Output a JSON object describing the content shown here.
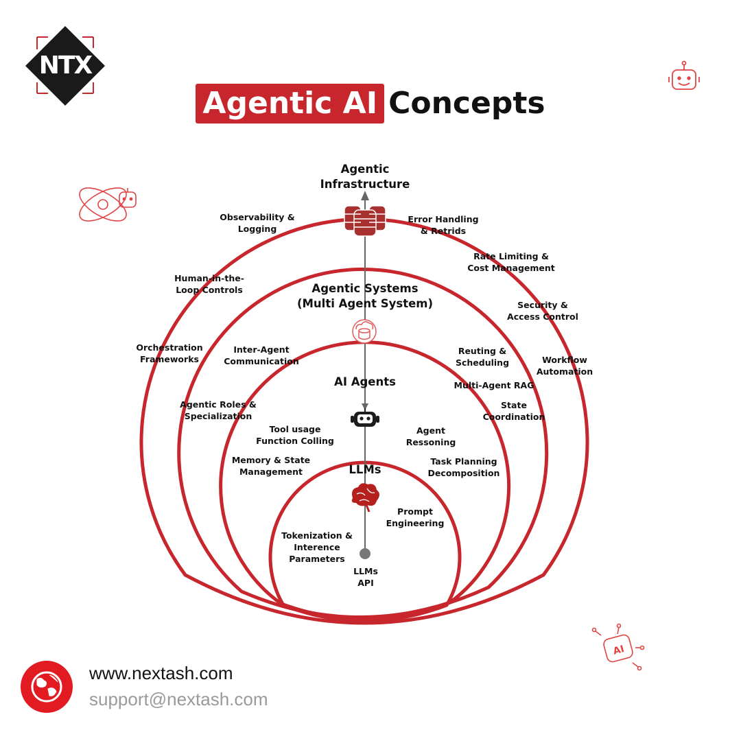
{
  "brand": {
    "logo_text": "NTX",
    "accent": "#c8262d"
  },
  "title": {
    "highlight": "Agentic AI",
    "rest": "Concepts"
  },
  "layers": [
    {
      "id": "infra",
      "title_lines": [
        "Agentic",
        "Infrastructure"
      ]
    },
    {
      "id": "systems",
      "title_lines": [
        "Agentic Systems",
        "(Multi Agent System)"
      ]
    },
    {
      "id": "agents",
      "title_lines": [
        "AI Agents"
      ]
    },
    {
      "id": "llms",
      "title_lines": [
        "LLMs"
      ]
    }
  ],
  "concepts": {
    "observability": [
      "Observability &",
      "Logging"
    ],
    "error_handling": [
      "Error Handling",
      "& Retrids"
    ],
    "rate_limiting": [
      "Rate Limiting &",
      "Cost Management"
    ],
    "human_loop": [
      "Human-in-the-",
      "Loop Controls"
    ],
    "security": [
      "Security &",
      "Access Control"
    ],
    "orchestration": [
      "Orchestration",
      "Frameworks"
    ],
    "inter_agent": [
      "Inter-Agent",
      "Communication"
    ],
    "routing": [
      "Reuting &",
      "Scheduling"
    ],
    "workflow": [
      "Workflow",
      "Automation"
    ],
    "multi_rag": [
      "Multi-Agent RAG"
    ],
    "roles": [
      "Agentic Roles &",
      "Specialization"
    ],
    "state_coord": [
      "State",
      "Coordination"
    ],
    "tool_usage": [
      "Tool usage",
      "Function Colling"
    ],
    "reasoning": [
      "Agent",
      "Ressoning"
    ],
    "memory": [
      "Memory & State",
      "Management"
    ],
    "task_planning": [
      "Task Planning",
      "Decomposition"
    ],
    "prompt": [
      "Prompt",
      "Engineering"
    ],
    "tokenization": [
      "Tokenization &",
      "Interence",
      "Parameters"
    ],
    "llm_api": [
      "LLMs",
      "API"
    ]
  },
  "icons": [
    "database-stack-icon",
    "cloud-database-icon",
    "robot-icon",
    "brain-icon",
    "robot-face-icon",
    "atom-robot-icon",
    "ai-chip-icon",
    "globe-icon"
  ],
  "footer": {
    "website": "www.nextash.com",
    "email": "support@nextash.com"
  }
}
